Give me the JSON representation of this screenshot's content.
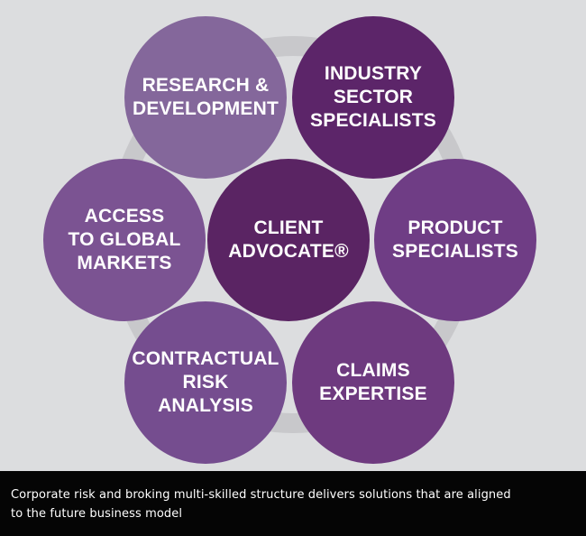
{
  "diagram": {
    "center": "CLIENT\nADVOCATE®",
    "nodes": {
      "research": "RESEARCH &\nDEVELOPMENT",
      "industry": "INDUSTRY\nSECTOR\nSPECIALISTS",
      "product": "PRODUCT\nSPECIALISTS",
      "claims": "CLAIMS\nEXPERTISE",
      "contractual": "CONTRACTUAL\nRISK\nANALYSIS",
      "access": "ACCESS\nTO GLOBAL\nMARKETS"
    }
  },
  "caption": {
    "line1": "Corporate risk and broking multi-skilled structure delivers solutions that are aligned",
    "line2": "to the future business model"
  },
  "colors": {
    "center": "#5a2463",
    "research": "#84679b",
    "industry": "#5c2569",
    "product": "#6f3d85",
    "claims": "#6e3a7f",
    "contractual": "#754d8f",
    "access": "#7b5392",
    "ring": "#c8c8cb",
    "background": "#dcdddf",
    "caption_bg": "#050505"
  }
}
